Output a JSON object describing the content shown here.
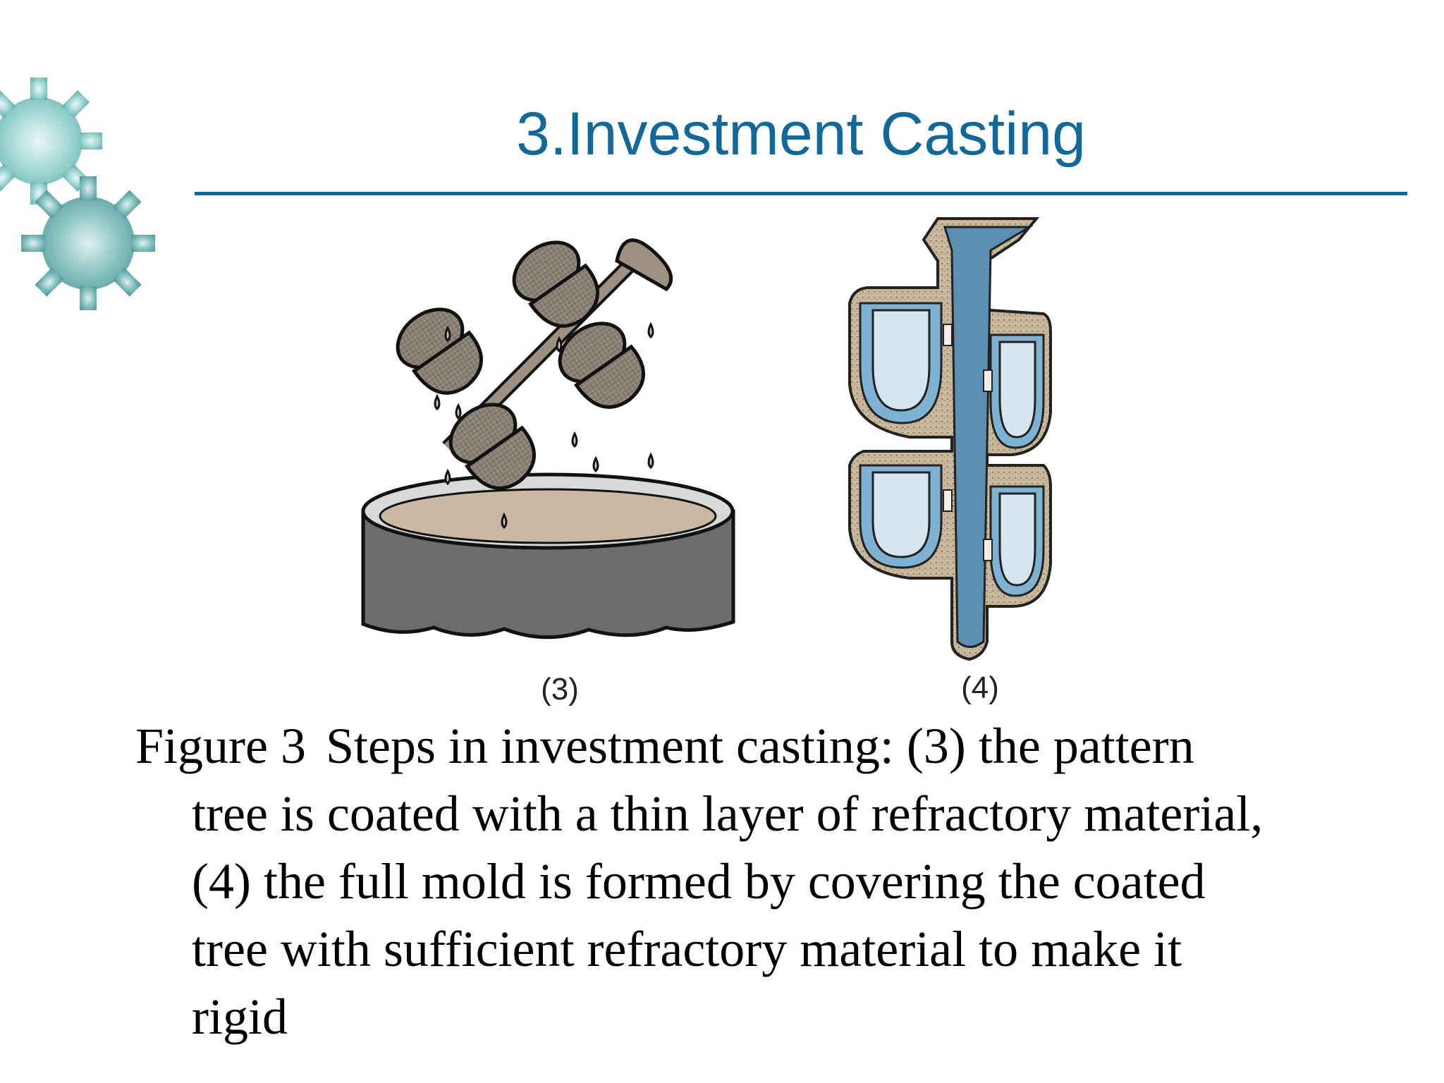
{
  "slide": {
    "title": "3.Investment Casting",
    "accent_color": "#13689a"
  },
  "decoration": {
    "icon": "gears-icon"
  },
  "figures": [
    {
      "label": "(3)",
      "icon": "pattern-tree-dipping-icon"
    },
    {
      "label": "(4)",
      "icon": "full-mold-cross-section-icon"
    }
  ],
  "caption": {
    "heading": "Figure 3",
    "lines": [
      "Steps in investment casting: (3) the pattern",
      "tree is coated with a thin layer of refractory material,",
      "(4) the full mold is formed by covering the coated",
      "tree with sufficient refractory material to make it",
      "rigid"
    ]
  }
}
